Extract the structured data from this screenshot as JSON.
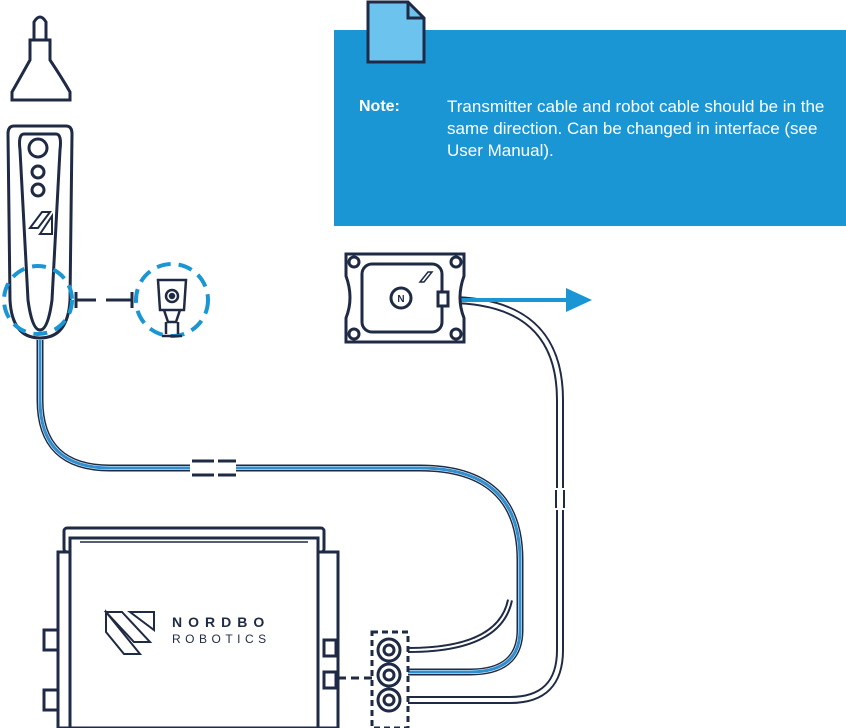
{
  "note": {
    "label": "Note:",
    "text": "Transmitter cable and robot cable should be in the same direction. Can be changed in interface (see User Manual)."
  },
  "brand": {
    "line1": "NORDBO",
    "line2": "ROBOTICS"
  },
  "colors": {
    "accent_blue": "#1a96d4",
    "outline_navy": "#1f2a44",
    "cable_blue": "#2f8fd0"
  },
  "icons": [
    "document-icon",
    "arrow-right-icon",
    "handheld-transmitter-icon",
    "sensor-receiver-icon",
    "control-box-icon",
    "connector-panel-icon",
    "tool-adapter-icon"
  ]
}
